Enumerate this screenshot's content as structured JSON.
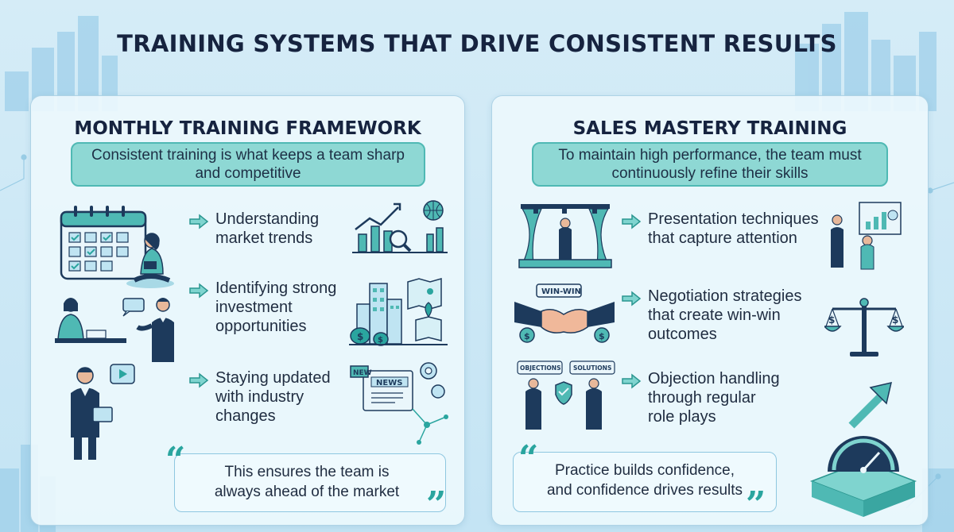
{
  "title": "TRAINING SYSTEMS THAT DRIVE CONSISTENT RESULTS",
  "colors": {
    "accent_teal": "#4fb9b4",
    "subtitle_bg": "#8ed8d4",
    "navy": "#1d3a5c",
    "background": "#cfe9f6"
  },
  "left_panel": {
    "heading": "MONTHLY TRAINING FRAMEWORK",
    "subtitle_line1": "Consistent training is what keeps a team sharp",
    "subtitle_line2": "and competitive",
    "items": [
      {
        "line1": "Understanding",
        "line2": "market trends",
        "line3": "",
        "icon": "growth-chart-globe"
      },
      {
        "line1": "Identifying strong",
        "line2": "investment",
        "line3": "opportunities",
        "icon": "city-money-map"
      },
      {
        "line1": "Staying updated",
        "line2": "with industry",
        "line3": "changes",
        "icon": "news-gears"
      }
    ],
    "quote_line1": "This ensures the team is",
    "quote_line2": "always ahead of the market"
  },
  "right_panel": {
    "heading": "SALES MASTERY TRAINING",
    "subtitle_line1": "To maintain high performance, the team must",
    "subtitle_line2": "continuously refine their skills",
    "items": [
      {
        "line1": "Presentation techniques",
        "line2": "that capture attention",
        "line3": "",
        "icon": "presentation"
      },
      {
        "line1": "Negotiation strategies",
        "line2": "that create win-win",
        "line3": "outcomes",
        "icon": "balance-scale"
      },
      {
        "line1": "Objection handling",
        "line2": "through regular",
        "line3": "role plays",
        "icon": "speedometer-arrow"
      }
    ],
    "quote_line1": "Practice builds confidence,",
    "quote_line2": "and confidence drives results",
    "tags": {
      "winwin": "WIN-WIN",
      "objections": "OBJECTIONS",
      "solutions": "SOLUTIONS"
    }
  },
  "news_tags": {
    "new": "NEW",
    "news": "NEWS"
  }
}
